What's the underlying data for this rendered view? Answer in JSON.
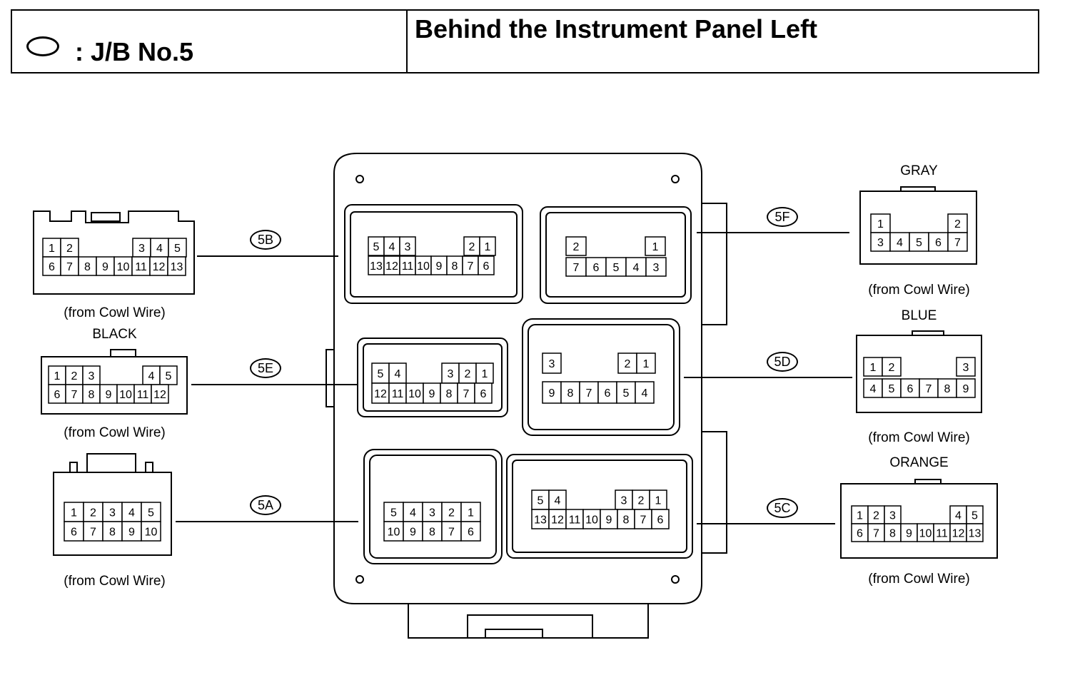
{
  "header": {
    "jb_label": ": J/B No.5",
    "location": "Behind the Instrument Panel Left"
  },
  "connectors": {
    "5B": {
      "tag": "5B",
      "color": "",
      "source": "(from Cowl Wire)",
      "top": [
        "1",
        "2",
        "3",
        "4",
        "5"
      ],
      "bottom": [
        "6",
        "7",
        "8",
        "9",
        "10",
        "11",
        "12",
        "13"
      ]
    },
    "5E": {
      "tag": "5E",
      "color": "BLACK",
      "source": "(from Cowl Wire)",
      "top": [
        "1",
        "2",
        "3",
        "4",
        "5"
      ],
      "bottom": [
        "6",
        "7",
        "8",
        "9",
        "10",
        "11",
        "12"
      ]
    },
    "5A": {
      "tag": "5A",
      "color": "",
      "source": "(from Cowl Wire)",
      "top": [
        "1",
        "2",
        "3",
        "4",
        "5"
      ],
      "bottom": [
        "6",
        "7",
        "8",
        "9",
        "10"
      ]
    },
    "5F": {
      "tag": "5F",
      "color": "GRAY",
      "source": "(from Cowl Wire)",
      "top": [
        "1",
        "2"
      ],
      "bottom": [
        "3",
        "4",
        "5",
        "6",
        "7"
      ]
    },
    "5D": {
      "tag": "5D",
      "color": "BLUE",
      "source": "(from Cowl Wire)",
      "top": [
        "1",
        "2",
        "3"
      ],
      "bottom": [
        "4",
        "5",
        "6",
        "7",
        "8",
        "9"
      ]
    },
    "5C": {
      "tag": "5C",
      "color": "ORANGE",
      "source": "(from Cowl Wire)",
      "top": [
        "1",
        "2",
        "3",
        "4",
        "5"
      ],
      "bottom": [
        "6",
        "7",
        "8",
        "9",
        "10",
        "11",
        "12",
        "13"
      ]
    }
  },
  "junction_block": {
    "5B": {
      "top": [
        "5",
        "4",
        "3",
        "2",
        "1"
      ],
      "bottom": [
        "13",
        "12",
        "11",
        "10",
        "9",
        "8",
        "7",
        "6"
      ]
    },
    "5F": {
      "top": [
        "2",
        "1"
      ],
      "bottom": [
        "7",
        "6",
        "5",
        "4",
        "3"
      ]
    },
    "5E": {
      "top": [
        "5",
        "4",
        "3",
        "2",
        "1"
      ],
      "bottom": [
        "12",
        "11",
        "10",
        "9",
        "8",
        "7",
        "6"
      ]
    },
    "5D": {
      "top": [
        "3",
        "2",
        "1"
      ],
      "bottom": [
        "9",
        "8",
        "7",
        "6",
        "5",
        "4"
      ]
    },
    "5A": {
      "top": [
        "5",
        "4",
        "3",
        "2",
        "1"
      ],
      "bottom": [
        "10",
        "9",
        "8",
        "7",
        "6"
      ]
    },
    "5C": {
      "top": [
        "5",
        "4",
        "3",
        "2",
        "1"
      ],
      "bottom": [
        "13",
        "12",
        "11",
        "10",
        "9",
        "8",
        "7",
        "6"
      ]
    }
  }
}
